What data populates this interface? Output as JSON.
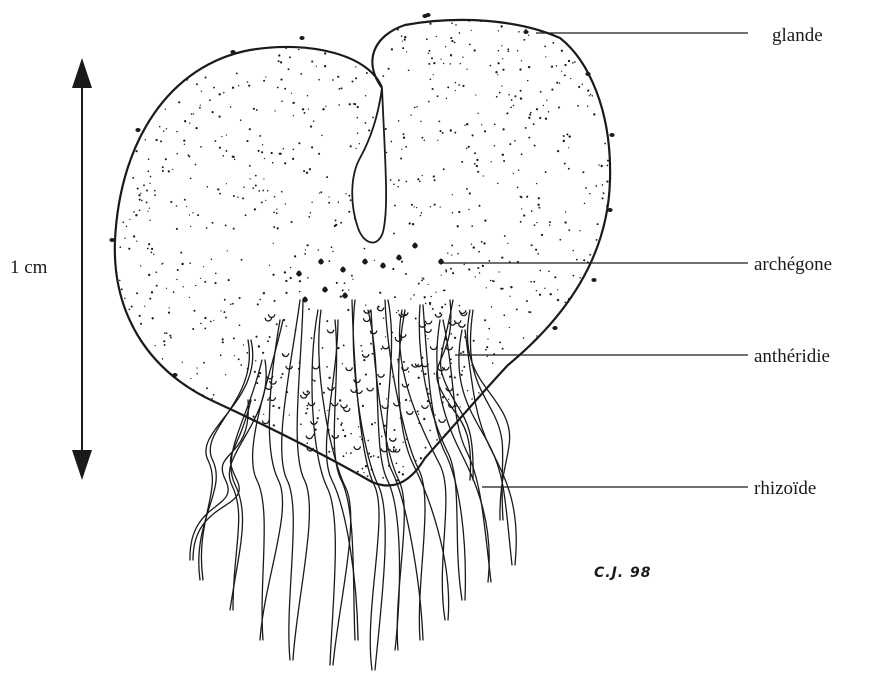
{
  "labels": {
    "glande": "glande",
    "archegone": "archégone",
    "antheridie": "anthéridie",
    "rhizoide": "rhizoïde"
  },
  "scale": {
    "label": "1 cm"
  },
  "signature": "C.J. 98",
  "colors": {
    "ink": "#1a1a1a",
    "background": "#ffffff"
  }
}
